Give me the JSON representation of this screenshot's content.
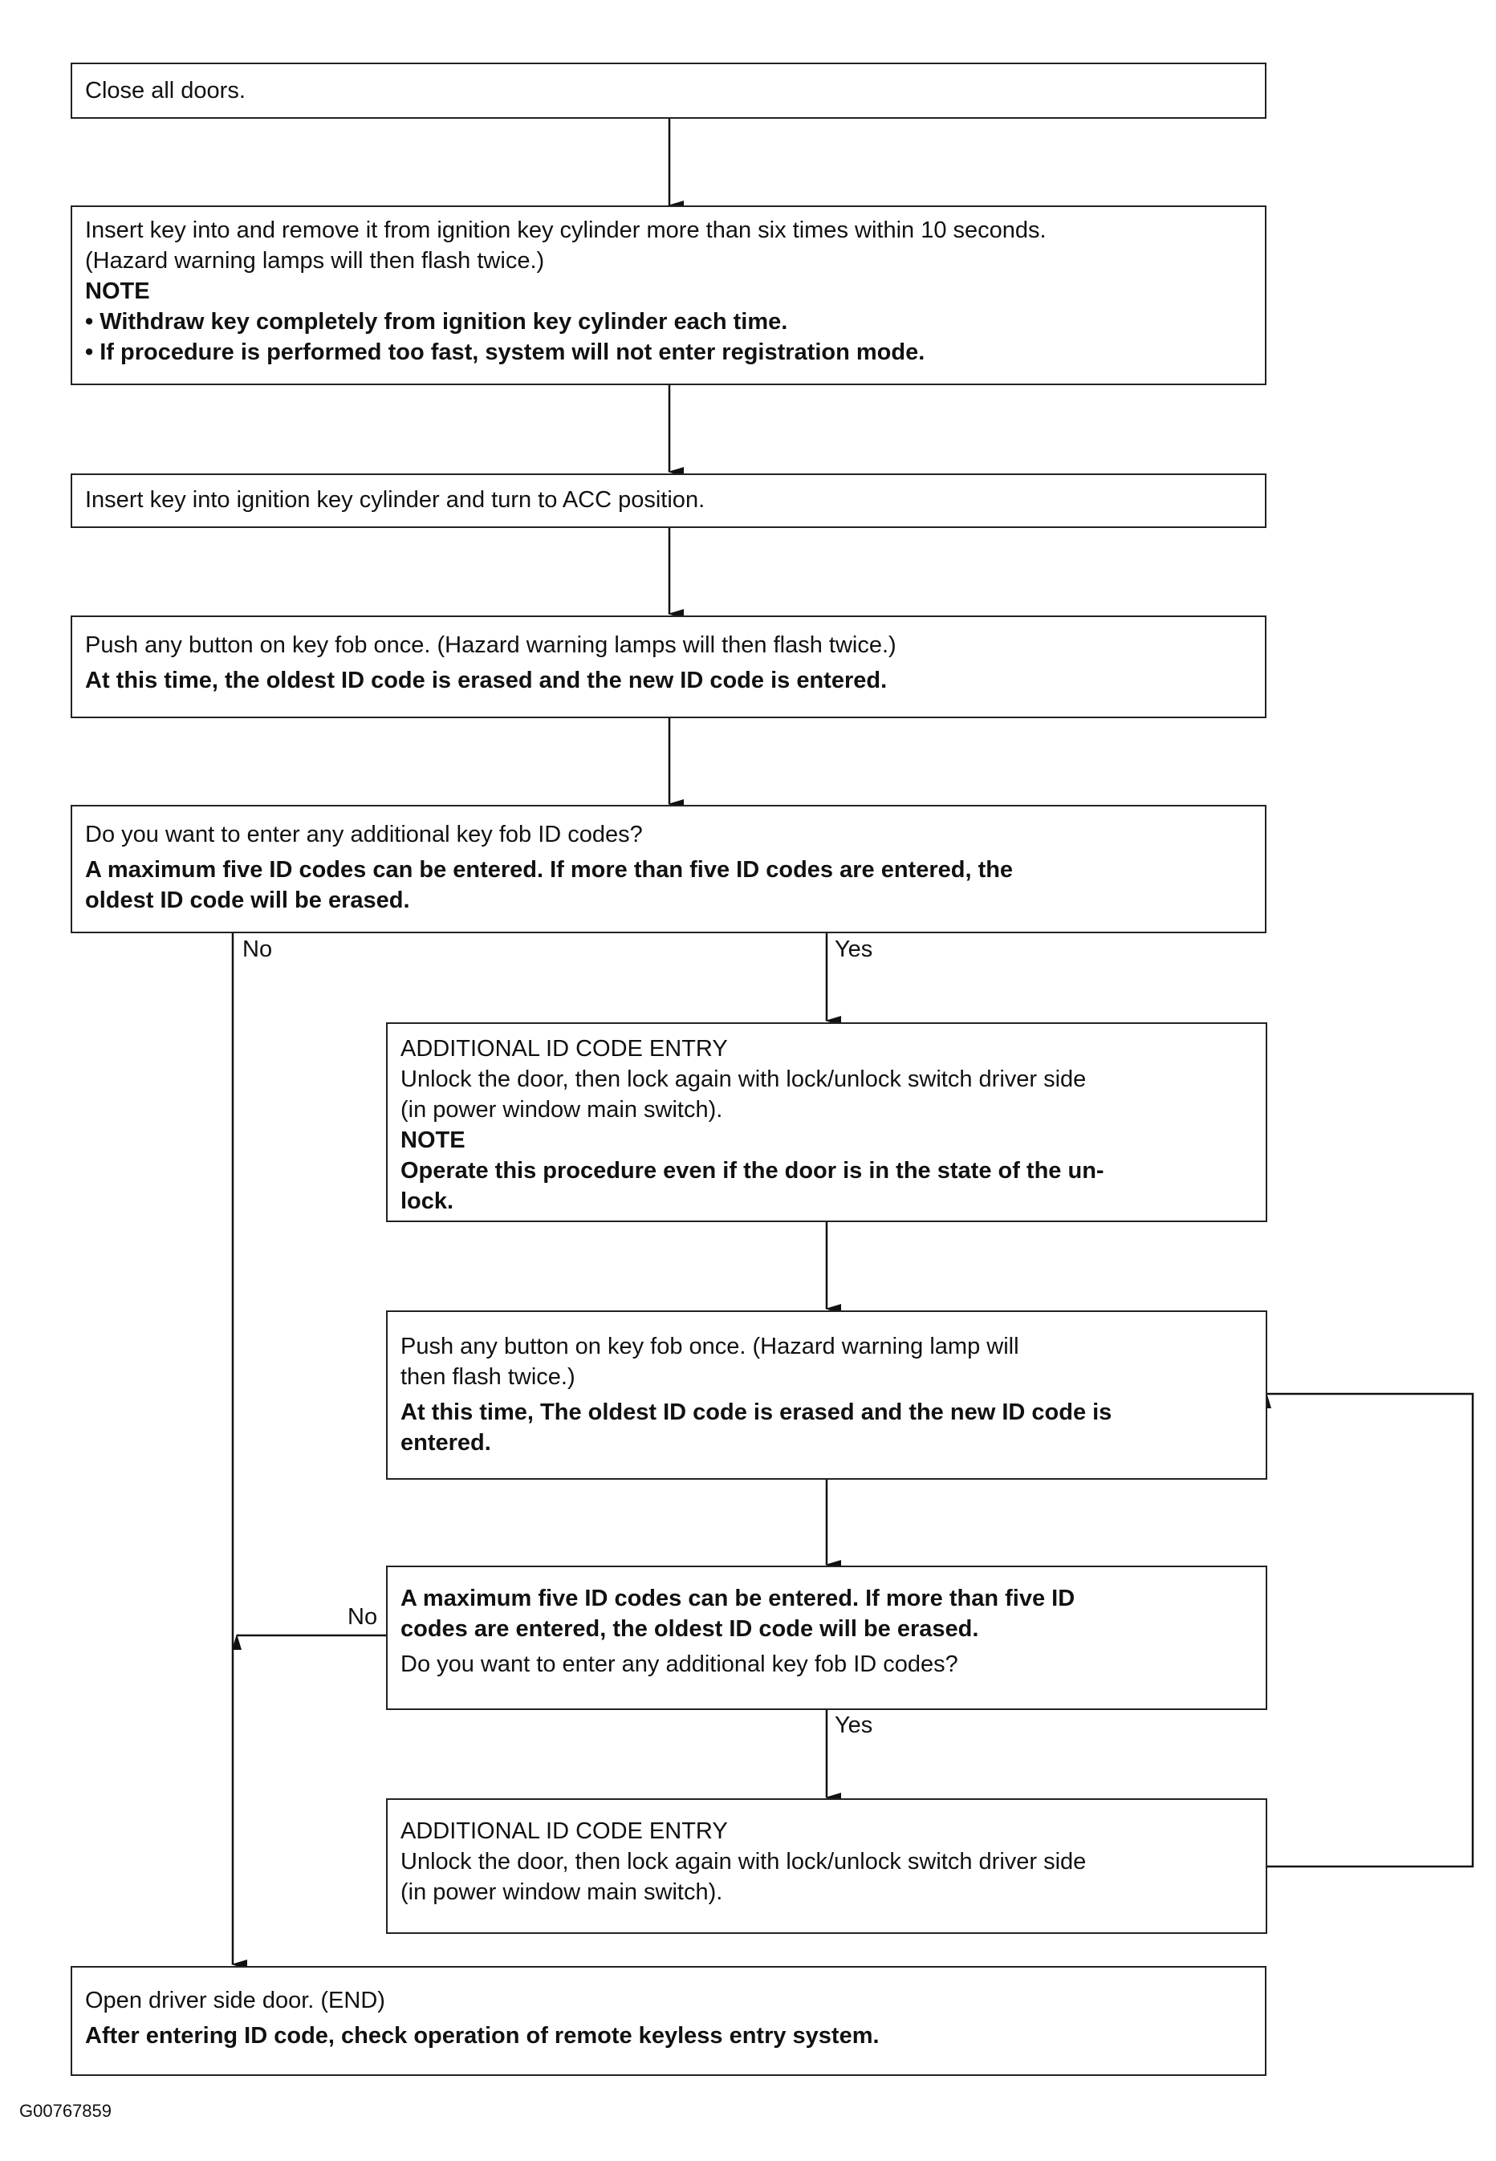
{
  "steps": {
    "s1": {
      "line1": "Close all doors."
    },
    "s2": {
      "line1": "Insert key into and remove it from ignition key cylinder more than six times within 10 seconds.",
      "line2": "(Hazard warning lamps will then flash twice.)",
      "note": "NOTE",
      "bullet1": "• Withdraw key completely from ignition key cylinder each time.",
      "bullet2": "• If procedure is performed too fast, system will not enter registration mode."
    },
    "s3": {
      "line1": "Insert key into ignition key cylinder and turn to ACC position."
    },
    "s4": {
      "line1": "Push any button on key fob once. (Hazard warning lamps will then flash twice.)",
      "bold1": "At this time, the oldest ID code is erased and the new ID code is entered."
    },
    "s5": {
      "line1": "Do you want to enter any additional key fob ID codes?",
      "bold1": "A  maximum five ID codes can be entered. If more than five ID codes are entered, the",
      "bold2": "oldest ID code will be erased."
    },
    "s6": {
      "line1": "ADDITIONAL ID CODE ENTRY",
      "line2": "Unlock the door, then lock again with lock/unlock switch driver side",
      "line3": "(in power window main switch).",
      "note": "NOTE",
      "bold1": "Operate this procedure even if the door is in the state of the un-",
      "bold2": "lock."
    },
    "s7": {
      "line1": "Push any button on key fob once. (Hazard warning lamp will",
      "line2": "then flash twice.)",
      "bold1": "At this time, The oldest ID code is erased and the new ID code is",
      "bold2": "entered."
    },
    "s8": {
      "bold1": "A  maximum five ID codes can be entered. If more than five ID",
      "bold2": "codes are entered, the oldest ID code will be erased.",
      "line1": "Do you want to enter any additional key fob ID codes?"
    },
    "s9": {
      "line1": "ADDITIONAL ID CODE ENTRY",
      "line2": "Unlock the door, then lock again with lock/unlock switch driver side",
      "line3": "(in power window main switch)."
    },
    "s10": {
      "line1": "Open driver side door. (END)",
      "bold1": "After entering ID code, check operation of remote keyless entry system."
    }
  },
  "labels": {
    "no1": "No",
    "yes1": "Yes",
    "no2": "No",
    "yes2": "Yes"
  },
  "figure_id": "G00767859"
}
